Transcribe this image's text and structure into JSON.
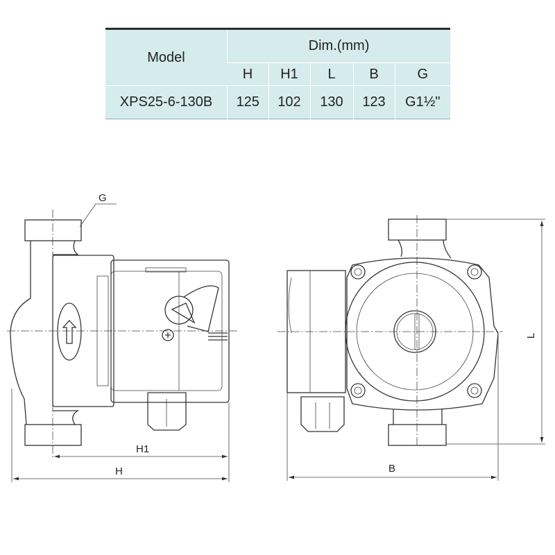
{
  "table": {
    "model_header": "Model",
    "dim_header": "Dim.(mm)",
    "columns": [
      "H",
      "H1",
      "L",
      "B",
      "G"
    ],
    "rows": [
      {
        "model": "XPS25-6-130B",
        "values": [
          "125",
          "102",
          "130",
          "123",
          "G1½\""
        ]
      }
    ]
  },
  "drawing": {
    "labels": {
      "g": "G",
      "h1": "H1",
      "h": "H",
      "b": "B",
      "l": "L"
    }
  }
}
